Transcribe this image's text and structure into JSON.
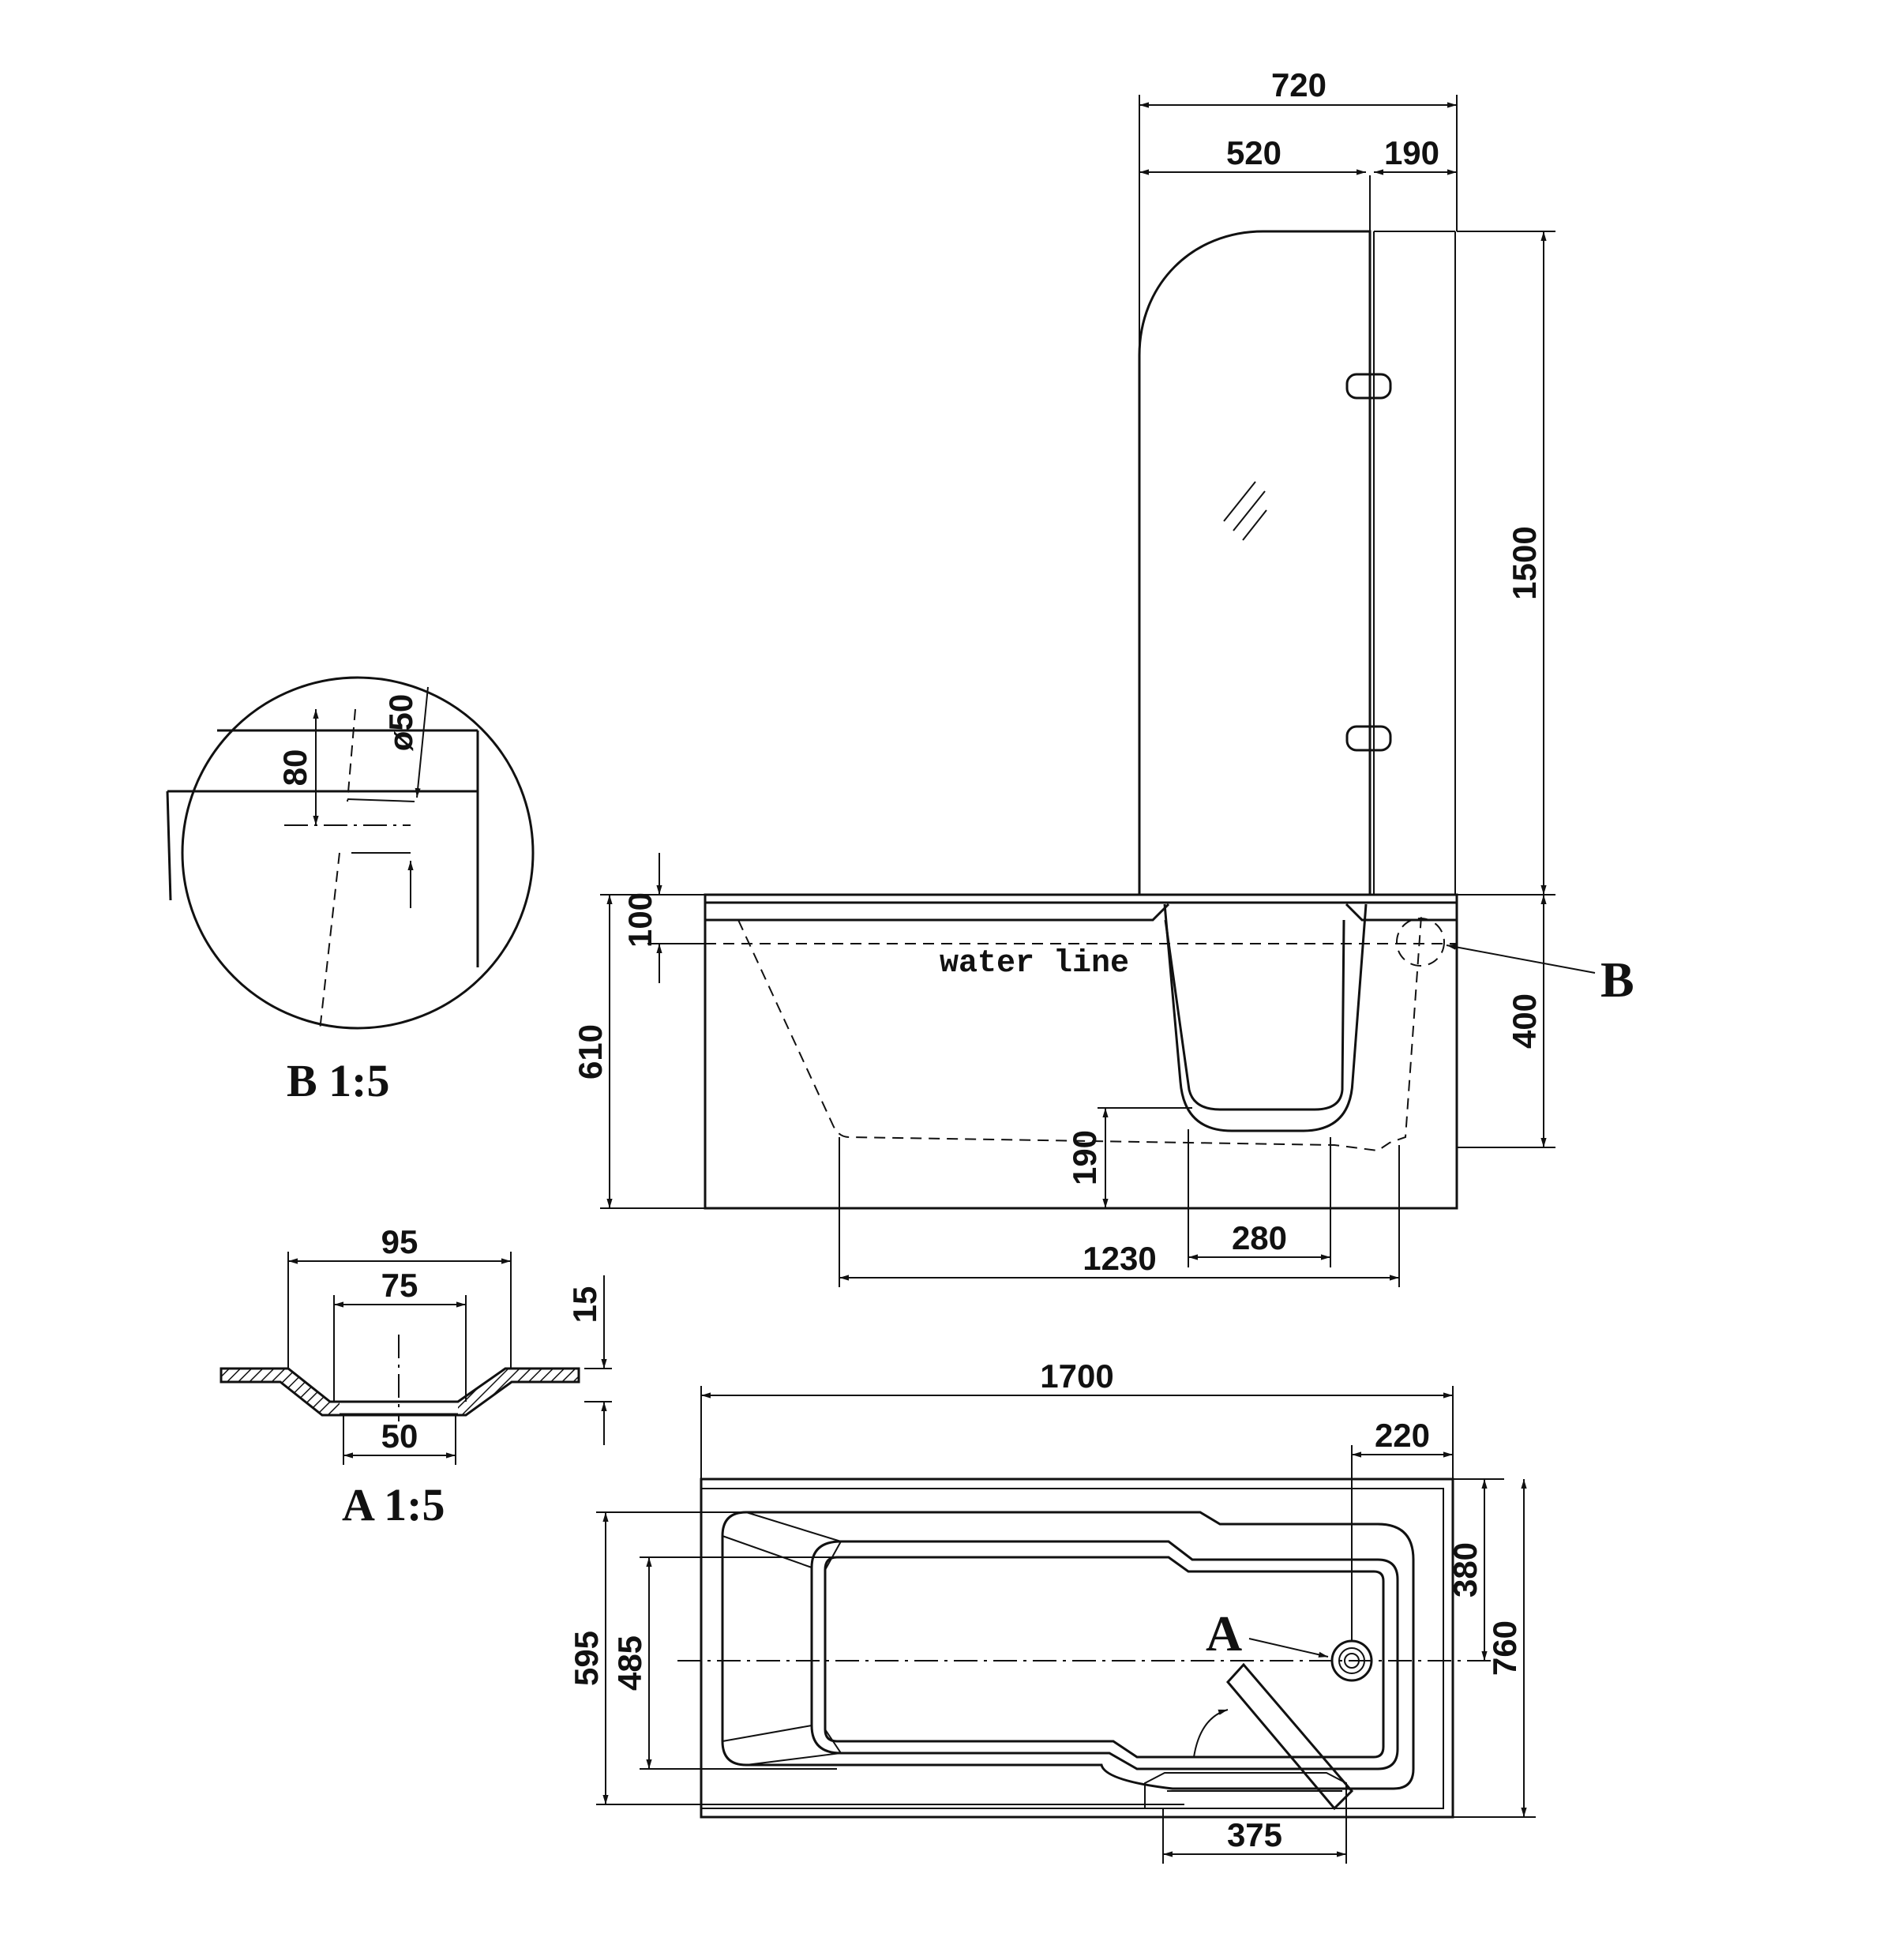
{
  "screen": {
    "dim_720": "720",
    "dim_520": "520",
    "dim_190_top": "190",
    "dim_1500": "1500",
    "dim_100": "100",
    "dim_610": "610",
    "dim_400": "400",
    "dim_190_side": "190",
    "dim_1230": "1230",
    "dim_280": "280",
    "water_line": "water line",
    "ref_b": "B"
  },
  "detail_b": {
    "dim_80": "80",
    "dim_d50": "ø50",
    "label": "B 1:5"
  },
  "detail_a": {
    "dim_95": "95",
    "dim_75": "75",
    "dim_15": "15",
    "dim_50": "50",
    "label": "A 1:5"
  },
  "plan": {
    "dim_1700": "1700",
    "dim_220": "220",
    "dim_595": "595",
    "dim_485": "485",
    "dim_380": "380",
    "dim_760": "760",
    "dim_375": "375",
    "ref_a": "A"
  }
}
